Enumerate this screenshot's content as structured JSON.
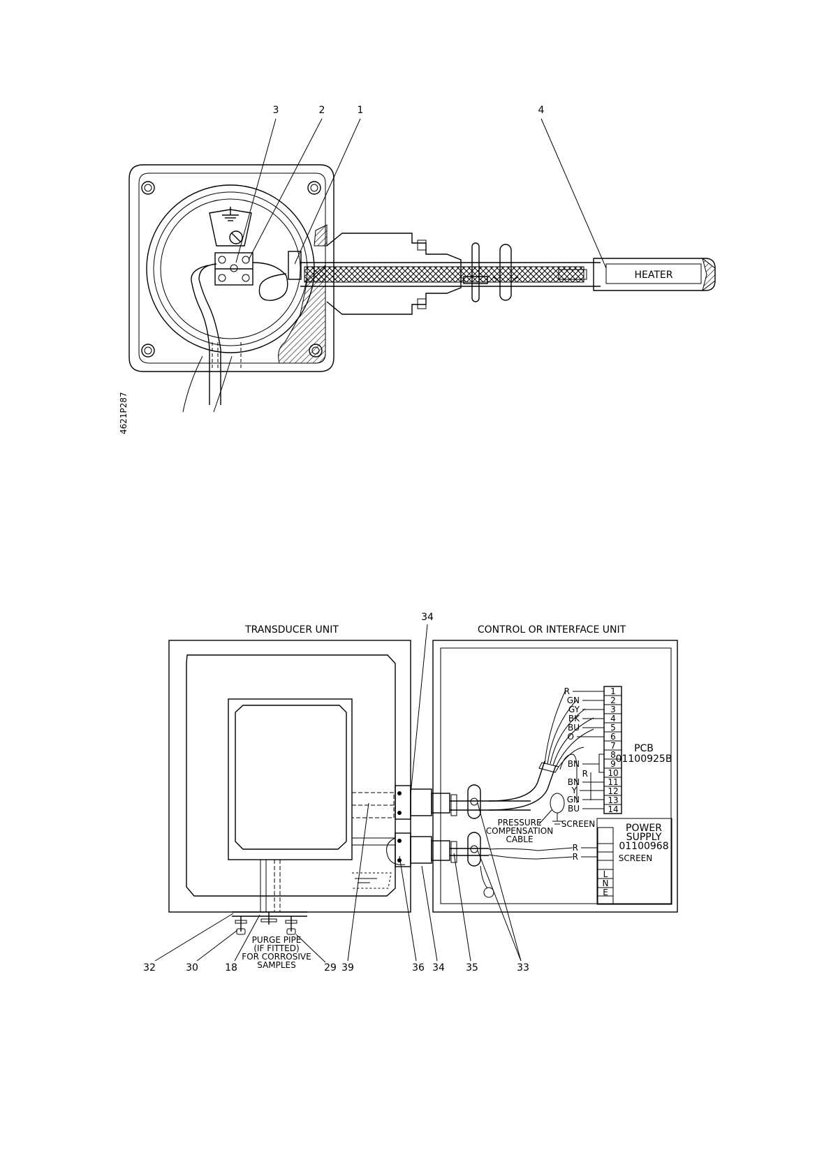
{
  "top_figure": {
    "callouts": [
      "3",
      "2",
      "1",
      "4"
    ],
    "heater_label": "HEATER",
    "drawing_ref": "4621P287"
  },
  "bottom_figure": {
    "transducer_title": "TRANSDUCER UNIT",
    "control_title": "CONTROL OR INTERFACE UNIT",
    "callout_top": "34",
    "pcb_label": [
      "PCB",
      "01100925B"
    ],
    "terminals": [
      "1",
      "2",
      "3",
      "4",
      "5",
      "6",
      "7",
      "8",
      "9",
      "10",
      "11",
      "12",
      "13",
      "14"
    ],
    "wire_colors": [
      {
        "color": "R",
        "terminal": "1"
      },
      {
        "color": "GN",
        "terminal": "2"
      },
      {
        "color": "GY",
        "terminal": "3"
      },
      {
        "color": "BK",
        "terminal": "4"
      },
      {
        "color": "BU",
        "terminal": "5"
      },
      {
        "color": "O",
        "terminal": "6"
      },
      {
        "color": "BN",
        "terminal": "8-9"
      },
      {
        "color": "BN",
        "terminal": "11"
      },
      {
        "color": "R",
        "terminal": "12"
      },
      {
        "color": "Y",
        "terminal": "12"
      },
      {
        "color": "GN",
        "terminal": "13"
      },
      {
        "color": "BU",
        "terminal": "14"
      }
    ],
    "pressure_label": [
      "PRESSURE",
      "COMPENSATION",
      "CABLE"
    ],
    "screen_label": "SCREEN",
    "power_supply_label": [
      "POWER",
      "SUPPLY",
      "01100968"
    ],
    "ps_wires": [
      "R",
      "R"
    ],
    "ps_screen": "SCREEN",
    "ps_terminals": [
      "L",
      "N",
      "E"
    ],
    "purge_note": [
      "PURGE PIPE",
      "(IF FITTED)",
      "FOR CORROSIVE",
      "SAMPLES"
    ],
    "bottom_callouts": [
      "32",
      "30",
      "18",
      "29",
      "39",
      "36",
      "34",
      "35",
      "33"
    ]
  }
}
